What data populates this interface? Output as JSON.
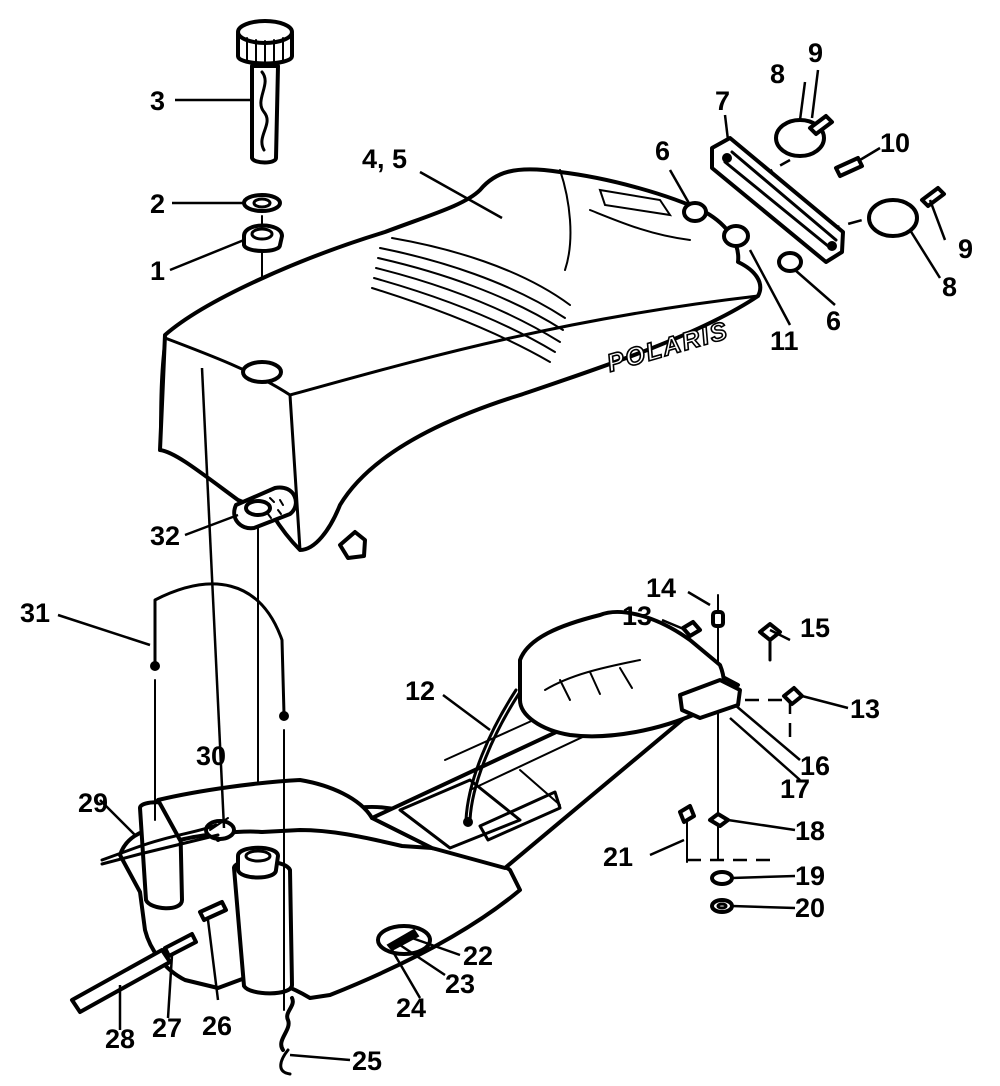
{
  "diagram": {
    "brand_text": "POLARIS",
    "callouts": {
      "c1": "1",
      "c2": "2",
      "c3": "3",
      "c4_5": "4, 5",
      "c6a": "6",
      "c6b": "6",
      "c7": "7",
      "c8a": "8",
      "c8b": "8",
      "c9a": "9",
      "c9b": "9",
      "c10": "10",
      "c11": "11",
      "c12": "12",
      "c13a": "13",
      "c13b": "13",
      "c14": "14",
      "c15": "15",
      "c16": "16",
      "c17": "17",
      "c18": "18",
      "c19": "19",
      "c20": "20",
      "c21": "21",
      "c22": "22",
      "c23": "23",
      "c24": "24",
      "c25": "25",
      "c26": "26",
      "c27": "27",
      "c28": "28",
      "c29": "29",
      "c30": "30",
      "c31": "31",
      "c32": "32"
    }
  }
}
